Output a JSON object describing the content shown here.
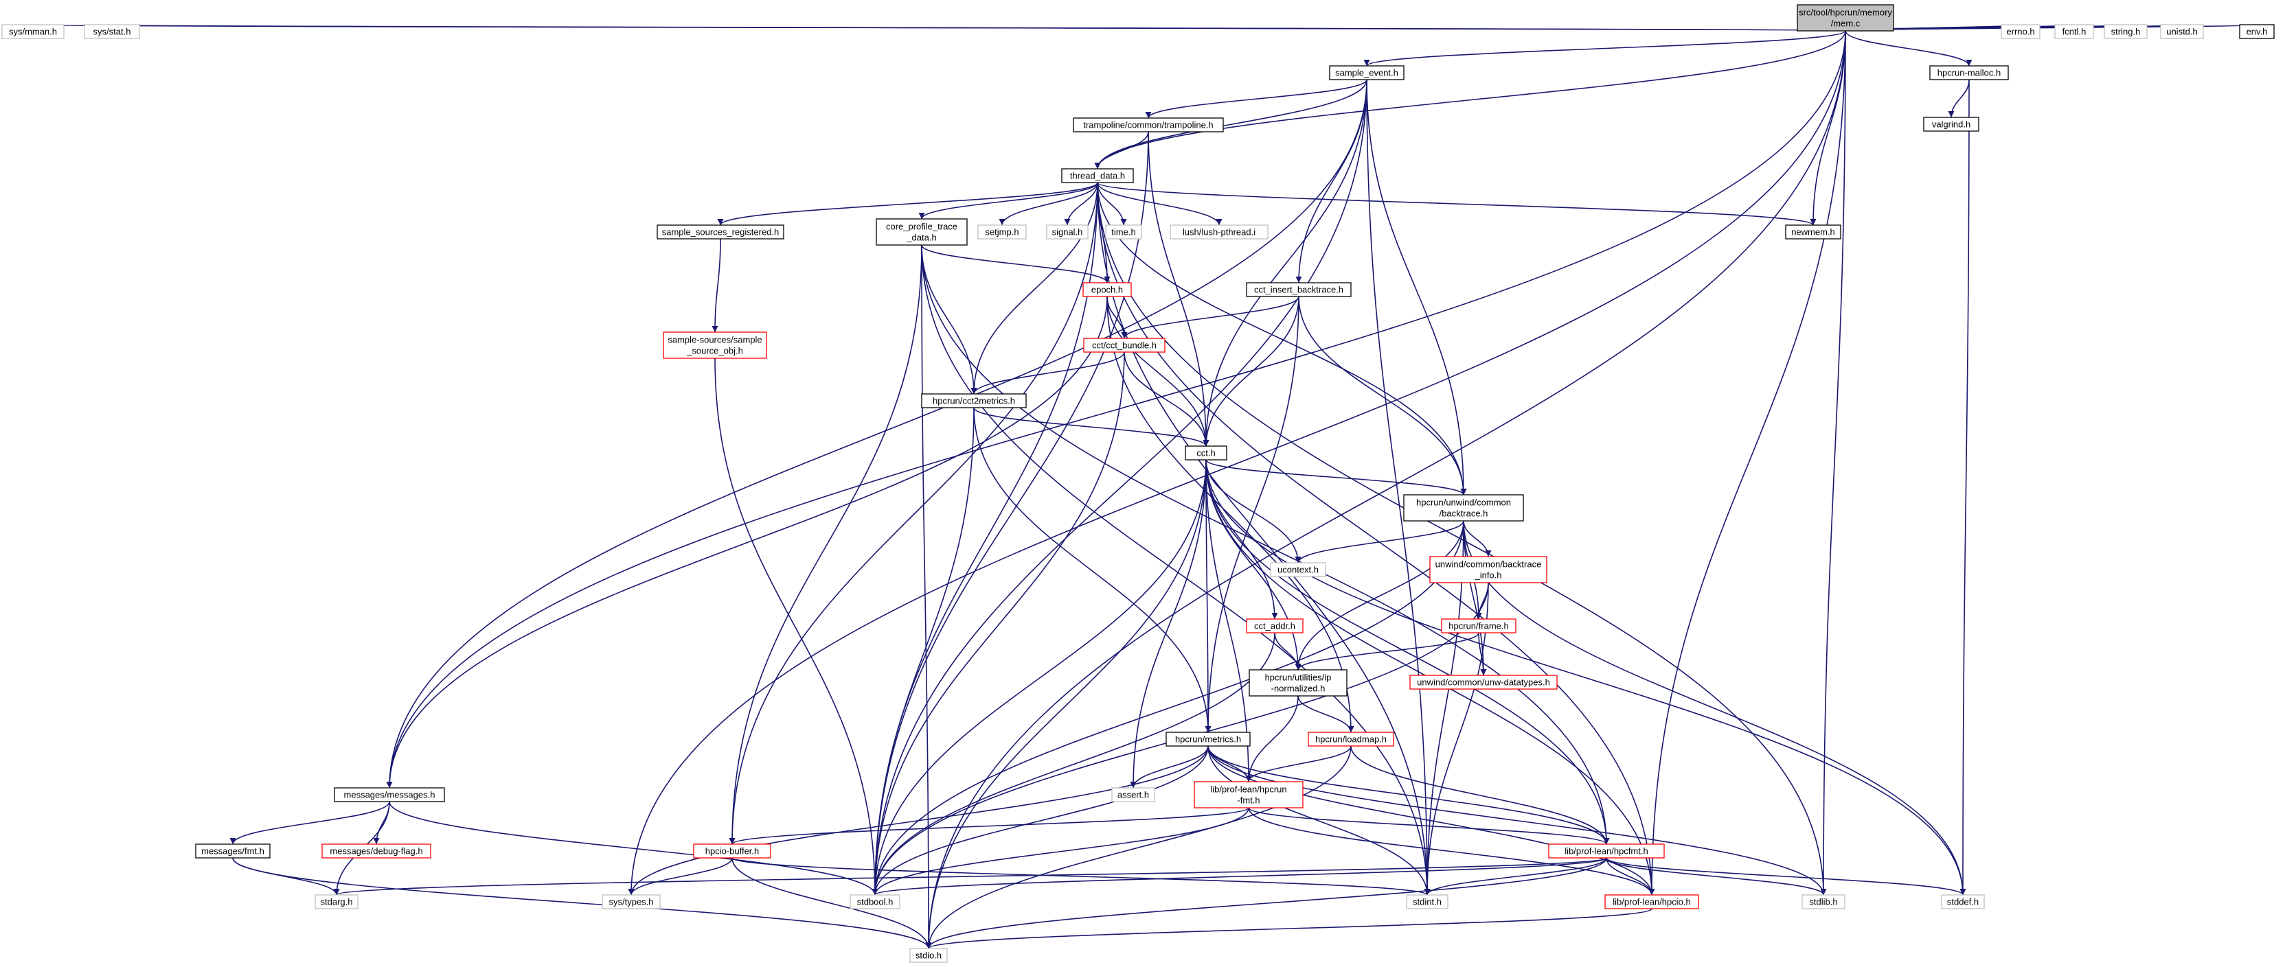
{
  "title": "src/tool/hpcrun/memory/mem.c include dependency graph",
  "colors": {
    "edge": "#191970",
    "documented_border": "#000000",
    "incomplete_border": "#ff0000",
    "system_border": "#bfbfbf",
    "root_fill": "#bfbfbf"
  },
  "nodes": [
    {
      "id": "mem",
      "lines": [
        "src/tool/hpcrun/memory",
        "/mem.c"
      ],
      "kind": "root",
      "icon": "root-file-node"
    },
    {
      "id": "sysmman",
      "lines": [
        "sys/mman.h"
      ],
      "kind": "gray"
    },
    {
      "id": "sysstat",
      "lines": [
        "sys/stat.h"
      ],
      "kind": "gray"
    },
    {
      "id": "sample_event",
      "lines": [
        "sample_event.h"
      ],
      "kind": "black"
    },
    {
      "id": "hpcrun_malloc",
      "lines": [
        "hpcrun-malloc.h"
      ],
      "kind": "black"
    },
    {
      "id": "errno",
      "lines": [
        "errno.h"
      ],
      "kind": "gray"
    },
    {
      "id": "fcntl",
      "lines": [
        "fcntl.h"
      ],
      "kind": "gray"
    },
    {
      "id": "string",
      "lines": [
        "string.h"
      ],
      "kind": "gray"
    },
    {
      "id": "unistd",
      "lines": [
        "unistd.h"
      ],
      "kind": "gray"
    },
    {
      "id": "env",
      "lines": [
        "env.h"
      ],
      "kind": "black"
    },
    {
      "id": "valgrind",
      "lines": [
        "valgrind.h"
      ],
      "kind": "black"
    },
    {
      "id": "trampoline",
      "lines": [
        "trampoline/common/trampoline.h"
      ],
      "kind": "black"
    },
    {
      "id": "thread_data",
      "lines": [
        "thread_data.h"
      ],
      "kind": "black"
    },
    {
      "id": "ssr",
      "lines": [
        "sample_sources_registered.h"
      ],
      "kind": "black"
    },
    {
      "id": "cptd",
      "lines": [
        "core_profile_trace",
        "_data.h"
      ],
      "kind": "black"
    },
    {
      "id": "setjmp",
      "lines": [
        "setjmp.h"
      ],
      "kind": "gray"
    },
    {
      "id": "signal",
      "lines": [
        "signal.h"
      ],
      "kind": "gray"
    },
    {
      "id": "time",
      "lines": [
        "time.h"
      ],
      "kind": "gray"
    },
    {
      "id": "lush",
      "lines": [
        "lush/lush-pthread.i"
      ],
      "kind": "gray"
    },
    {
      "id": "newmem",
      "lines": [
        "newmem.h"
      ],
      "kind": "black"
    },
    {
      "id": "epoch",
      "lines": [
        "epoch.h"
      ],
      "kind": "red"
    },
    {
      "id": "cct_ib",
      "lines": [
        "cct_insert_backtrace.h"
      ],
      "kind": "black"
    },
    {
      "id": "sso",
      "lines": [
        "sample-sources/sample",
        "_source_obj.h"
      ],
      "kind": "red"
    },
    {
      "id": "cct_bundle",
      "lines": [
        "cct/cct_bundle.h"
      ],
      "kind": "red"
    },
    {
      "id": "cct2metrics",
      "lines": [
        "hpcrun/cct2metrics.h"
      ],
      "kind": "black"
    },
    {
      "id": "cct",
      "lines": [
        "cct.h"
      ],
      "kind": "black"
    },
    {
      "id": "backtrace",
      "lines": [
        "hpcrun/unwind/common",
        "/backtrace.h"
      ],
      "kind": "black"
    },
    {
      "id": "ucontext",
      "lines": [
        "ucontext.h"
      ],
      "kind": "gray"
    },
    {
      "id": "bt_info",
      "lines": [
        "unwind/common/backtrace",
        "_info.h"
      ],
      "kind": "red"
    },
    {
      "id": "frame",
      "lines": [
        "hpcrun/frame.h"
      ],
      "kind": "red"
    },
    {
      "id": "cct_addr",
      "lines": [
        "cct_addr.h"
      ],
      "kind": "red"
    },
    {
      "id": "ip_norm",
      "lines": [
        "hpcrun/utilities/ip",
        "-normalized.h"
      ],
      "kind": "black"
    },
    {
      "id": "unw_dt",
      "lines": [
        "unwind/common/unw-datatypes.h"
      ],
      "kind": "red"
    },
    {
      "id": "loadmap",
      "lines": [
        "hpcrun/loadmap.h"
      ],
      "kind": "red"
    },
    {
      "id": "metrics",
      "lines": [
        "hpcrun/metrics.h"
      ],
      "kind": "black"
    },
    {
      "id": "assert",
      "lines": [
        "assert.h"
      ],
      "kind": "gray"
    },
    {
      "id": "hpcrun_fmt",
      "lines": [
        "lib/prof-lean/hpcrun",
        "-fmt.h"
      ],
      "kind": "red"
    },
    {
      "id": "messages",
      "lines": [
        "messages/messages.h"
      ],
      "kind": "black"
    },
    {
      "id": "msg_fmt",
      "lines": [
        "messages/fmt.h"
      ],
      "kind": "black"
    },
    {
      "id": "debug_flag",
      "lines": [
        "messages/debug-flag.h"
      ],
      "kind": "red"
    },
    {
      "id": "hpcio_buf",
      "lines": [
        "hpcio-buffer.h"
      ],
      "kind": "red"
    },
    {
      "id": "hpcfmt",
      "lines": [
        "lib/prof-lean/hpcfmt.h"
      ],
      "kind": "red"
    },
    {
      "id": "stdarg",
      "lines": [
        "stdarg.h"
      ],
      "kind": "gray"
    },
    {
      "id": "systypes",
      "lines": [
        "sys/types.h"
      ],
      "kind": "gray"
    },
    {
      "id": "stdbool",
      "lines": [
        "stdbool.h"
      ],
      "kind": "gray"
    },
    {
      "id": "stdint",
      "lines": [
        "stdint.h"
      ],
      "kind": "gray"
    },
    {
      "id": "hpcio",
      "lines": [
        "lib/prof-lean/hpcio.h"
      ],
      "kind": "red"
    },
    {
      "id": "stdlib",
      "lines": [
        "stdlib.h"
      ],
      "kind": "gray"
    },
    {
      "id": "stddef",
      "lines": [
        "stddef.h"
      ],
      "kind": "gray"
    },
    {
      "id": "stdio",
      "lines": [
        "stdio.h"
      ],
      "kind": "gray"
    }
  ],
  "edges": [
    [
      "mem",
      "sysmman"
    ],
    [
      "mem",
      "sysstat"
    ],
    [
      "mem",
      "sample_event"
    ],
    [
      "mem",
      "hpcrun_malloc"
    ],
    [
      "mem",
      "errno"
    ],
    [
      "mem",
      "fcntl"
    ],
    [
      "mem",
      "string"
    ],
    [
      "mem",
      "unistd"
    ],
    [
      "mem",
      "env"
    ],
    [
      "mem",
      "thread_data"
    ],
    [
      "mem",
      "messages"
    ],
    [
      "mem",
      "newmem"
    ],
    [
      "mem",
      "stdio"
    ],
    [
      "mem",
      "stdlib"
    ],
    [
      "mem",
      "hpcio"
    ],
    [
      "mem",
      "systypes"
    ],
    [
      "hpcrun_malloc",
      "valgrind"
    ],
    [
      "hpcrun_malloc",
      "stddef"
    ],
    [
      "sample_event",
      "trampoline"
    ],
    [
      "sample_event",
      "thread_data"
    ],
    [
      "sample_event",
      "cct"
    ],
    [
      "sample_event",
      "cct_ib"
    ],
    [
      "sample_event",
      "backtrace"
    ],
    [
      "sample_event",
      "messages"
    ],
    [
      "sample_event",
      "stdbool"
    ],
    [
      "sample_event",
      "stdint"
    ],
    [
      "trampoline",
      "thread_data"
    ],
    [
      "trampoline",
      "cct"
    ],
    [
      "trampoline",
      "stdbool"
    ],
    [
      "thread_data",
      "ssr"
    ],
    [
      "thread_data",
      "cptd"
    ],
    [
      "thread_data",
      "setjmp"
    ],
    [
      "thread_data",
      "signal"
    ],
    [
      "thread_data",
      "time"
    ],
    [
      "thread_data",
      "lush"
    ],
    [
      "thread_data",
      "newmem"
    ],
    [
      "thread_data",
      "epoch"
    ],
    [
      "thread_data",
      "cct2metrics"
    ],
    [
      "thread_data",
      "backtrace"
    ],
    [
      "thread_data",
      "hpcio_buf"
    ],
    [
      "thread_data",
      "stdint"
    ],
    [
      "thread_data",
      "stdlib"
    ],
    [
      "thread_data",
      "hpcio"
    ],
    [
      "thread_data",
      "stdbool"
    ],
    [
      "ssr",
      "sso"
    ],
    [
      "sso",
      "stdbool"
    ],
    [
      "cptd",
      "epoch"
    ],
    [
      "cptd",
      "cct2metrics"
    ],
    [
      "cptd",
      "hpcio_buf"
    ],
    [
      "cptd",
      "stdio"
    ],
    [
      "cptd",
      "stdint"
    ],
    [
      "cptd",
      "hpcfmt"
    ],
    [
      "epoch",
      "cct_bundle"
    ],
    [
      "epoch",
      "cct"
    ],
    [
      "epoch",
      "loadmap"
    ],
    [
      "epoch",
      "messages"
    ],
    [
      "cct_ib",
      "cct_bundle"
    ],
    [
      "cct_ib",
      "cct"
    ],
    [
      "cct_ib",
      "backtrace"
    ],
    [
      "cct_ib",
      "metrics"
    ],
    [
      "cct_bundle",
      "cct2metrics"
    ],
    [
      "cct_bundle",
      "cct"
    ],
    [
      "cct_bundle",
      "stdbool"
    ],
    [
      "cct2metrics",
      "cct"
    ],
    [
      "cct2metrics",
      "metrics"
    ],
    [
      "cct2metrics",
      "stdbool"
    ],
    [
      "cct",
      "backtrace"
    ],
    [
      "cct",
      "ucontext"
    ],
    [
      "cct",
      "cct_addr"
    ],
    [
      "cct",
      "ip_norm"
    ],
    [
      "cct",
      "metrics"
    ],
    [
      "cct",
      "hpcrun_fmt"
    ],
    [
      "cct",
      "hpcfmt"
    ],
    [
      "cct",
      "hpcio"
    ],
    [
      "cct",
      "assert"
    ],
    [
      "cct",
      "stdbool"
    ],
    [
      "cct",
      "stdio"
    ],
    [
      "cct",
      "stddef"
    ],
    [
      "backtrace",
      "ucontext"
    ],
    [
      "backtrace",
      "bt_info"
    ],
    [
      "backtrace",
      "frame"
    ],
    [
      "backtrace",
      "unw_dt"
    ],
    [
      "backtrace",
      "ip_norm"
    ],
    [
      "backtrace",
      "stdbool"
    ],
    [
      "backtrace",
      "stdint"
    ],
    [
      "backtrace",
      "stddef"
    ],
    [
      "bt_info",
      "frame"
    ],
    [
      "bt_info",
      "stdint"
    ],
    [
      "bt_info",
      "stdbool"
    ],
    [
      "frame",
      "unw_dt"
    ],
    [
      "frame",
      "ip_norm"
    ],
    [
      "cct_addr",
      "ip_norm"
    ],
    [
      "cct_addr",
      "stdbool"
    ],
    [
      "ip_norm",
      "hpcrun_fmt"
    ],
    [
      "ip_norm",
      "loadmap"
    ],
    [
      "loadmap",
      "hpcrun_fmt"
    ],
    [
      "loadmap",
      "hpcfmt"
    ],
    [
      "loadmap",
      "stdio"
    ],
    [
      "metrics",
      "assert"
    ],
    [
      "metrics",
      "hpcrun_fmt"
    ],
    [
      "metrics",
      "hpcfmt"
    ],
    [
      "metrics",
      "hpcio"
    ],
    [
      "metrics",
      "stdbool"
    ],
    [
      "metrics",
      "stdint"
    ],
    [
      "metrics",
      "systypes"
    ],
    [
      "metrics",
      "stdlib"
    ],
    [
      "hpcrun_fmt",
      "hpcio_buf"
    ],
    [
      "hpcrun_fmt",
      "hpcfmt"
    ],
    [
      "hpcrun_fmt",
      "hpcio"
    ],
    [
      "hpcrun_fmt",
      "stdbool"
    ],
    [
      "messages",
      "msg_fmt"
    ],
    [
      "messages",
      "debug_flag"
    ],
    [
      "messages",
      "stdarg"
    ],
    [
      "messages",
      "stdbool"
    ],
    [
      "msg_fmt",
      "stdarg"
    ],
    [
      "msg_fmt",
      "stdio"
    ],
    [
      "hpcio_buf",
      "systypes"
    ],
    [
      "hpcio_buf",
      "stdint"
    ],
    [
      "hpcio_buf",
      "stdio"
    ],
    [
      "hpcfmt",
      "stdarg"
    ],
    [
      "hpcfmt",
      "stdbool"
    ],
    [
      "hpcfmt",
      "stdint"
    ],
    [
      "hpcfmt",
      "stdlib"
    ],
    [
      "hpcfmt",
      "stddef"
    ],
    [
      "hpcfmt",
      "stdio"
    ],
    [
      "hpcfmt",
      "hpcio"
    ],
    [
      "hpcio",
      "stdio"
    ]
  ]
}
